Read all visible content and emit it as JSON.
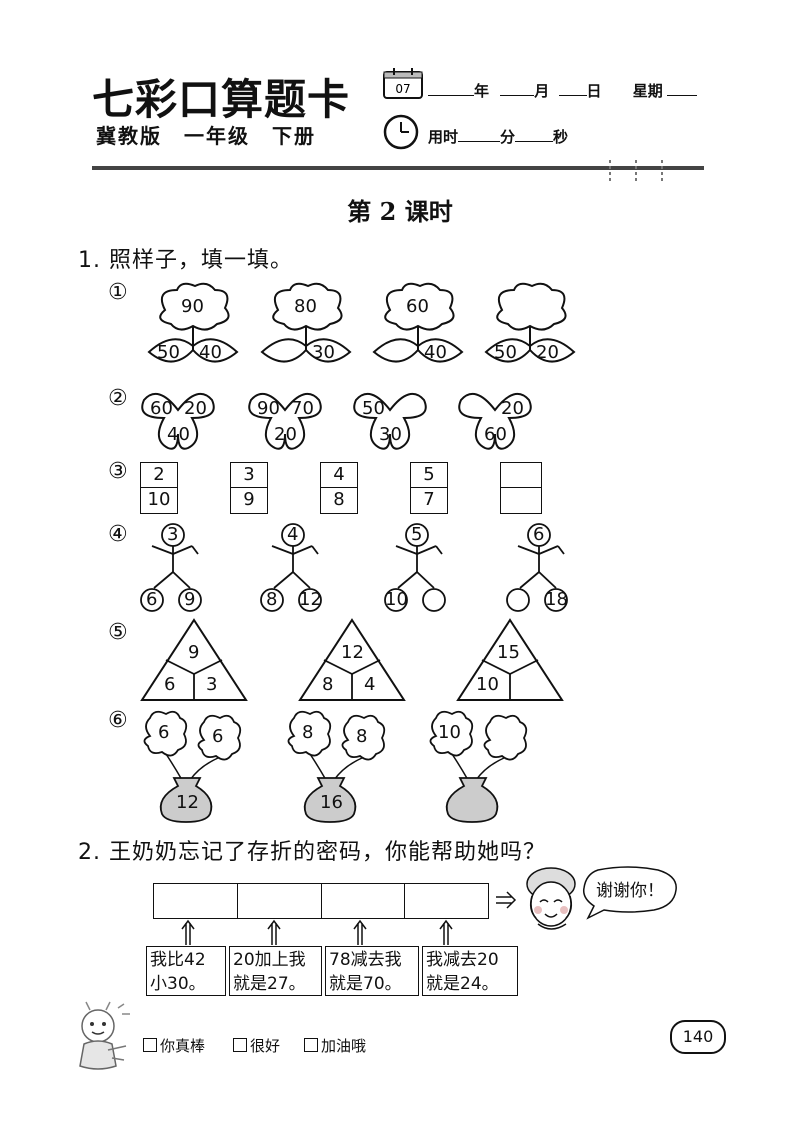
{
  "header": {
    "brand": "七彩口算题卡",
    "edition": "冀教版",
    "grade": "一年级",
    "volume": "下册",
    "calendar_day": "07",
    "date_labels": [
      "年",
      "月",
      "日",
      "星期"
    ],
    "time_labels": [
      "用时",
      "分",
      "秒"
    ]
  },
  "lesson_title": "第 2 课时",
  "question1": {
    "prompt": "1. 照样子，填一填。",
    "markers": [
      "①",
      "②",
      "③",
      "④",
      "⑤",
      "⑥"
    ],
    "flowers": [
      {
        "top": "90",
        "left": "50",
        "right": "40"
      },
      {
        "top": "80",
        "left": "",
        "right": "30"
      },
      {
        "top": "60",
        "left": "",
        "right": "40"
      },
      {
        "top": "",
        "left": "50",
        "right": "20"
      }
    ],
    "clovers": [
      {
        "left": "60",
        "right": "20",
        "bottom": "40"
      },
      {
        "left": "90",
        "right": "70",
        "bottom": "20"
      },
      {
        "left": "50",
        "right": "",
        "bottom": "30"
      },
      {
        "left": "",
        "right": "20",
        "bottom": "60"
      }
    ],
    "boxes": [
      {
        "top": "2",
        "bottom": "10"
      },
      {
        "top": "3",
        "bottom": "9"
      },
      {
        "top": "4",
        "bottom": "8"
      },
      {
        "top": "5",
        "bottom": "7"
      },
      {
        "top": "",
        "bottom": ""
      }
    ],
    "figures": [
      {
        "head": "3",
        "left": "6",
        "right": "9"
      },
      {
        "head": "4",
        "left": "8",
        "right": "12"
      },
      {
        "head": "5",
        "left": "10",
        "right": ""
      },
      {
        "head": "6",
        "left": "",
        "right": "18"
      }
    ],
    "triangles": [
      {
        "top": "9",
        "left": "6",
        "right": "3"
      },
      {
        "top": "12",
        "left": "8",
        "right": "4"
      },
      {
        "top": "15",
        "left": "10",
        "right": ""
      }
    ],
    "vases": [
      {
        "left": "6",
        "right": "6",
        "vase": "12"
      },
      {
        "left": "8",
        "right": "8",
        "vase": "16"
      },
      {
        "left": "10",
        "right": "",
        "vase": ""
      }
    ]
  },
  "question2": {
    "prompt": "2. 王奶奶忘记了存折的密码，你能帮助她吗？",
    "clues": [
      [
        "我比42",
        "小30。"
      ],
      [
        "20加上我",
        "就是27。"
      ],
      [
        "78减去我",
        "就是70。"
      ],
      [
        "我减去20",
        "就是24。"
      ]
    ],
    "speech": "谢谢你！"
  },
  "footer": {
    "options": [
      "你真棒",
      "很好",
      "加油哦"
    ],
    "page_number": "140"
  }
}
